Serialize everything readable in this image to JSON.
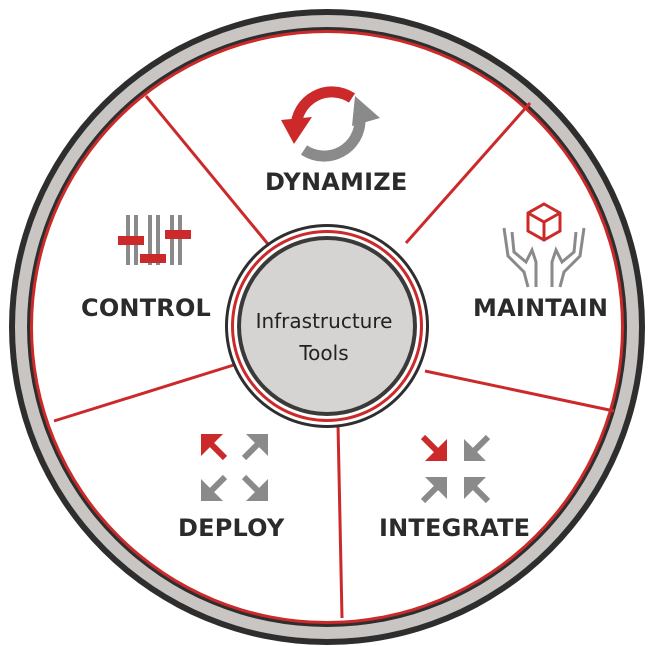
{
  "hub": {
    "line1": "Infrastructure",
    "line2": "Tools"
  },
  "segments": [
    {
      "label": "DYNAMIZE",
      "icon": "sync-arrows-icon"
    },
    {
      "label": "MAINTAIN",
      "icon": "hands-holding-box-icon"
    },
    {
      "label": "INTEGRATE",
      "icon": "arrows-converge-icon"
    },
    {
      "label": "DEPLOY",
      "icon": "arrows-expand-icon"
    },
    {
      "label": "CONTROL",
      "icon": "sliders-icon"
    }
  ],
  "colors": {
    "accent_red": "#cc2a2a",
    "icon_gray": "#8a8a8a",
    "rim_gray": "#c9c5c2",
    "hub_fill": "#d6d4d2",
    "text": "#2b2b2b"
  }
}
